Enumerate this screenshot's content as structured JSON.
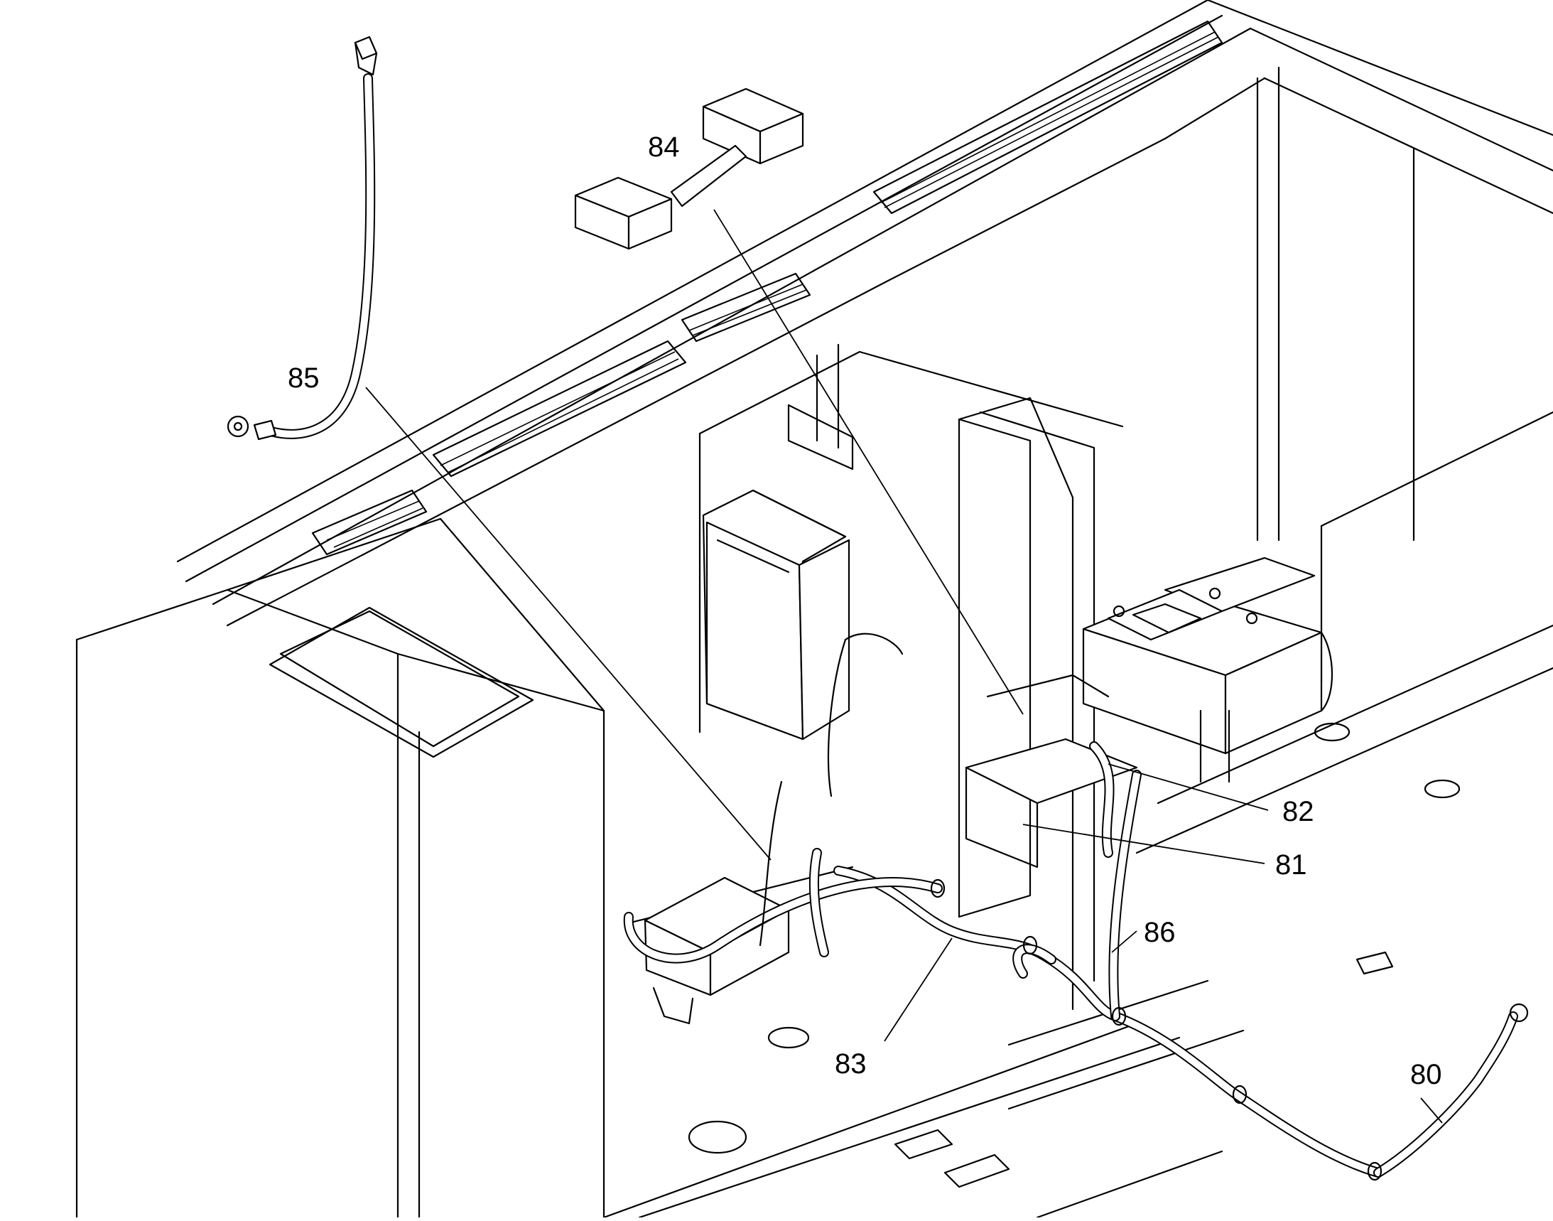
{
  "callouts": [
    {
      "id": "c80",
      "label": "80"
    },
    {
      "id": "c81",
      "label": "81"
    },
    {
      "id": "c82",
      "label": "82"
    },
    {
      "id": "c83",
      "label": "83"
    },
    {
      "id": "c84",
      "label": "84"
    },
    {
      "id": "c85",
      "label": "85"
    },
    {
      "id": "c86",
      "label": "86"
    }
  ]
}
